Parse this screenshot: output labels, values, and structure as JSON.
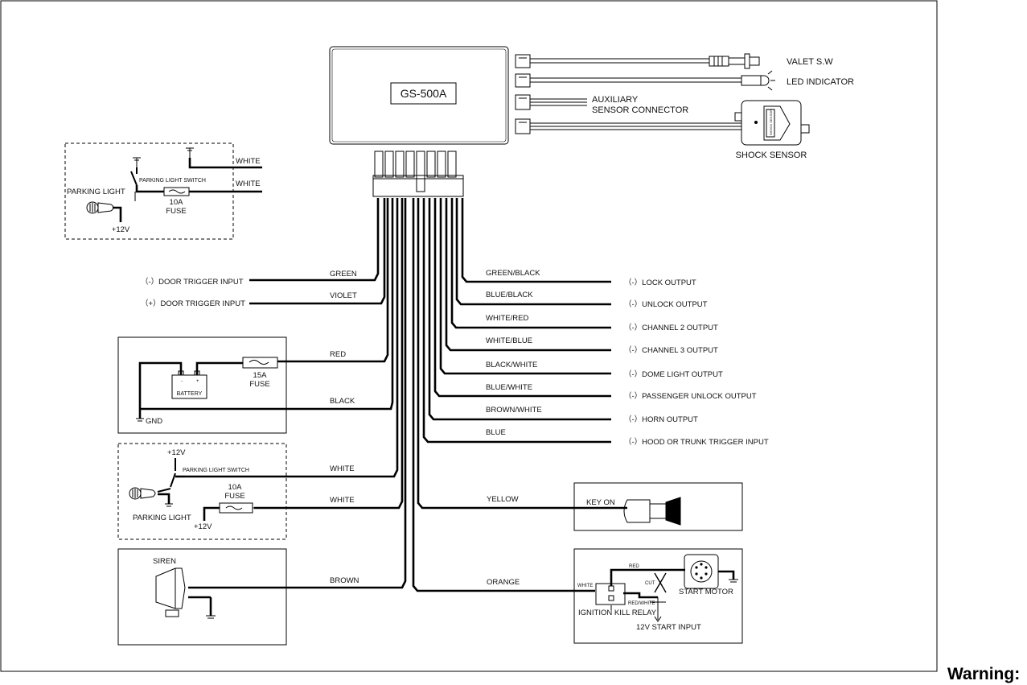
{
  "module": {
    "model": "GS-500A"
  },
  "top_connectors": {
    "valet": "VALET S.W",
    "led": "LED INDICATOR",
    "aux_line1": "AUXILIARY",
    "aux_line2": "SENSOR CONNECTOR",
    "shock": "SHOCK SENSOR",
    "shock_device_label": "SHOCK SENSOR"
  },
  "parking_top": {
    "label": "PARKING LIGHT",
    "switch": "PARKING LIGHT SWITCH",
    "fuse_rating": "10A",
    "fuse_word": "FUSE",
    "supply": "+12V",
    "wire1": "WHITE",
    "wire2": "WHITE"
  },
  "left_wires": {
    "green": "GREEN",
    "violet": "VIOLET",
    "red": "RED",
    "black": "BLACK",
    "white1": "WHITE",
    "white2": "WHITE",
    "brown": "BROWN"
  },
  "left_inputs": {
    "door_neg": "（-）DOOR TRIGGER INPUT",
    "door_pos": "（+）DOOR TRIGGER INPUT"
  },
  "battery_box": {
    "battery": "BATTERY",
    "fuse_rating": "15A",
    "fuse_word": "FUSE",
    "gnd": "GND"
  },
  "parking_bottom": {
    "supply_top": "+12V",
    "switch": "PARKING LIGHT SWITCH",
    "fuse_rating": "10A",
    "fuse_word": "FUSE",
    "label": "PARKING LIGHT",
    "supply_bottom": "+12V"
  },
  "siren_box": {
    "label": "SIREN"
  },
  "right_wires": [
    {
      "color": "GREEN/BLACK",
      "output": "（-）LOCK OUTPUT"
    },
    {
      "color": "BLUE/BLACK",
      "output": "（-）UNLOCK OUTPUT"
    },
    {
      "color": "WHITE/RED",
      "output": "（-）CHANNEL 2 OUTPUT"
    },
    {
      "color": "WHITE/BLUE",
      "output": "（-）CHANNEL 3 OUTPUT"
    },
    {
      "color": "BLACK/WHITE",
      "output": "（-）DOME LIGHT OUTPUT"
    },
    {
      "color": "BLUE/WHITE",
      "output": "（-）PASSENGER UNLOCK OUTPUT"
    },
    {
      "color": "BROWN/WHITE",
      "output": "（-）HORN OUTPUT"
    },
    {
      "color": "BLUE",
      "output": "（-）HOOD OR TRUNK TRIGGER INPUT"
    }
  ],
  "ignition": {
    "wire": "YELLOW",
    "label": "KEY ON"
  },
  "relay_box": {
    "wire": "ORANGE",
    "white": "WHITE",
    "red": "RED",
    "cut": "CUT",
    "red_white": "RED/WHITE",
    "motor": "START MOTOR",
    "relay": "IGNITION KILL RELAY",
    "start_input": "12V START INPUT"
  },
  "footer": {
    "warning": "Warning:"
  }
}
